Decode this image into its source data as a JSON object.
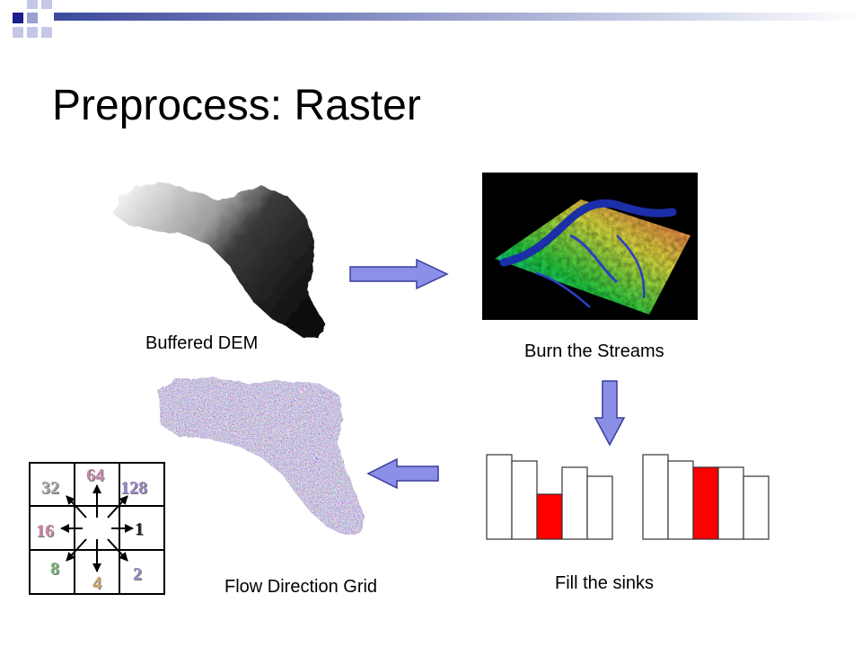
{
  "slide": {
    "title": "Preprocess: Raster"
  },
  "captions": {
    "buffered_dem": "Buffered DEM",
    "burn_streams": "Burn the Streams",
    "flow_direction": "Flow Direction Grid",
    "fill_sinks": "Fill the sinks"
  },
  "flow_grid": {
    "n": "64",
    "ne": "128",
    "e": "1",
    "se": "2",
    "s": "4",
    "sw": "8",
    "w": "16",
    "nw": "32"
  },
  "colors": {
    "arrow_fill": "#8b8fe8",
    "arrow_stroke": "#3c3c99",
    "sink": "#ff0000",
    "header_bar": "#5a66aa",
    "num_pink": "#cc88aa",
    "num_purple": "#9a86c8",
    "num_green": "#79b879",
    "num_tan": "#d2a870",
    "num_gray": "#a7a7a7"
  },
  "icons": {
    "process_arrow": "block-arrow-icon"
  }
}
